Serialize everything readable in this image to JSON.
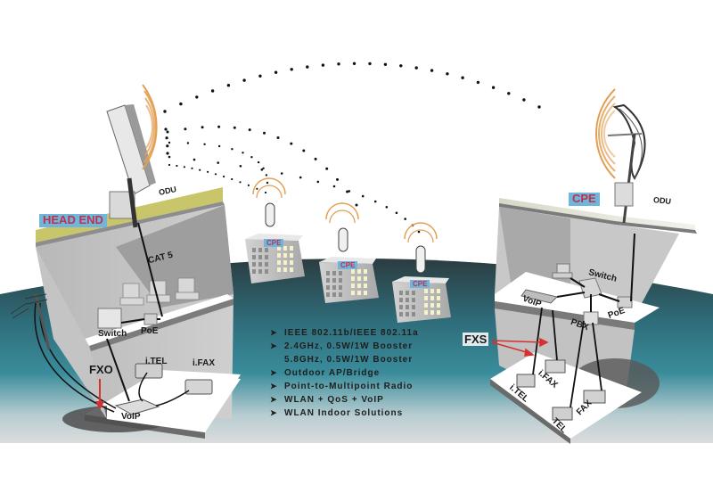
{
  "diagram": {
    "head_end_label": "HEAD END",
    "left_site": {
      "odu_label": "ODU",
      "cable_label": "CAT 5",
      "switch_label": "Switch",
      "poe_label": "PoE",
      "fxo_label": "FXO",
      "voip_label": "VoIP",
      "itel_label": "i.TEL",
      "ifax_label": "i.FAX"
    },
    "remote_buildings": [
      {
        "label": "CPE"
      },
      {
        "label": "CPE"
      },
      {
        "label": "CPE"
      }
    ],
    "right_site": {
      "cpe_label": "CPE",
      "odu_label": "ODU",
      "switch_label": "Switch",
      "voip_label": "VoIP",
      "poe_label": "PoE",
      "pbx_label": "PBX",
      "fxs_label": "FXS",
      "ifax_label": "i.FAX",
      "itel_label": "i.TEL",
      "fax_label": "FAX",
      "tel_label": "TEL"
    },
    "features": [
      {
        "bullet": true,
        "text": "IEEE 802.11b/IEEE 802.11a"
      },
      {
        "bullet": true,
        "text": "2.4GHz, 0.5W/1W Booster"
      },
      {
        "bullet": false,
        "text": "5.8GHz, 0.5W/1W Booster"
      },
      {
        "bullet": true,
        "text": "Outdoor AP/Bridge"
      },
      {
        "bullet": true,
        "text": "Point-to-Multipoint Radio"
      },
      {
        "bullet": true,
        "text": "WLAN + QoS + VoIP"
      },
      {
        "bullet": true,
        "text": "WLAN Indoor Solutions"
      }
    ],
    "bullet_glyph": "➤",
    "colors": {
      "tag_bg": "#6fb6dd",
      "tag_text": "#c0304a",
      "roof": "#c8c46a",
      "wave": "#e0a15a",
      "teal": "#2f7f8f",
      "arrow": "#d63030"
    }
  }
}
